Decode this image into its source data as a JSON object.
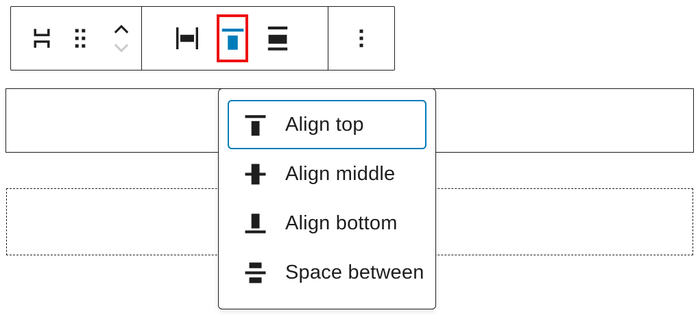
{
  "colors": {
    "ink": "#1e1e1e",
    "accent_blue": "#007cba",
    "annotation_red": "#ee1111",
    "disabled_gray": "#cbcbcb"
  },
  "toolbar": {
    "groups": [
      {
        "buttons": [
          {
            "name": "block-switcher",
            "icon": "row-block-icon"
          },
          {
            "name": "drag-handle",
            "icon": "drag-handle-icon"
          },
          {
            "name": "move-up",
            "icon": "chevron-up-icon",
            "disabled": false
          },
          {
            "name": "move-down",
            "icon": "chevron-down-icon",
            "disabled": true
          }
        ]
      },
      {
        "buttons": [
          {
            "name": "change-items-justification",
            "icon": "justify-space-between-icon"
          },
          {
            "name": "change-vertical-alignment",
            "icon": "align-top-icon",
            "active": true,
            "annotated": "red-highlight-box"
          },
          {
            "name": "change-alignment",
            "icon": "align-none-icon"
          }
        ]
      },
      {
        "buttons": [
          {
            "name": "options",
            "icon": "vertical-ellipsis-icon"
          }
        ]
      }
    ]
  },
  "menu": {
    "items": [
      {
        "label": "Align top",
        "icon": "align-top-icon",
        "selected": true
      },
      {
        "label": "Align middle",
        "icon": "align-middle-icon",
        "selected": false
      },
      {
        "label": "Align bottom",
        "icon": "align-bottom-icon",
        "selected": false
      },
      {
        "label": "Space between",
        "icon": "space-between-icon",
        "selected": false
      }
    ]
  },
  "canvas": {
    "blocks": [
      {
        "name": "selected-row-block",
        "border": "solid",
        "empty": true
      },
      {
        "name": "placeholder-block",
        "border": "dashed",
        "empty": true
      }
    ]
  }
}
